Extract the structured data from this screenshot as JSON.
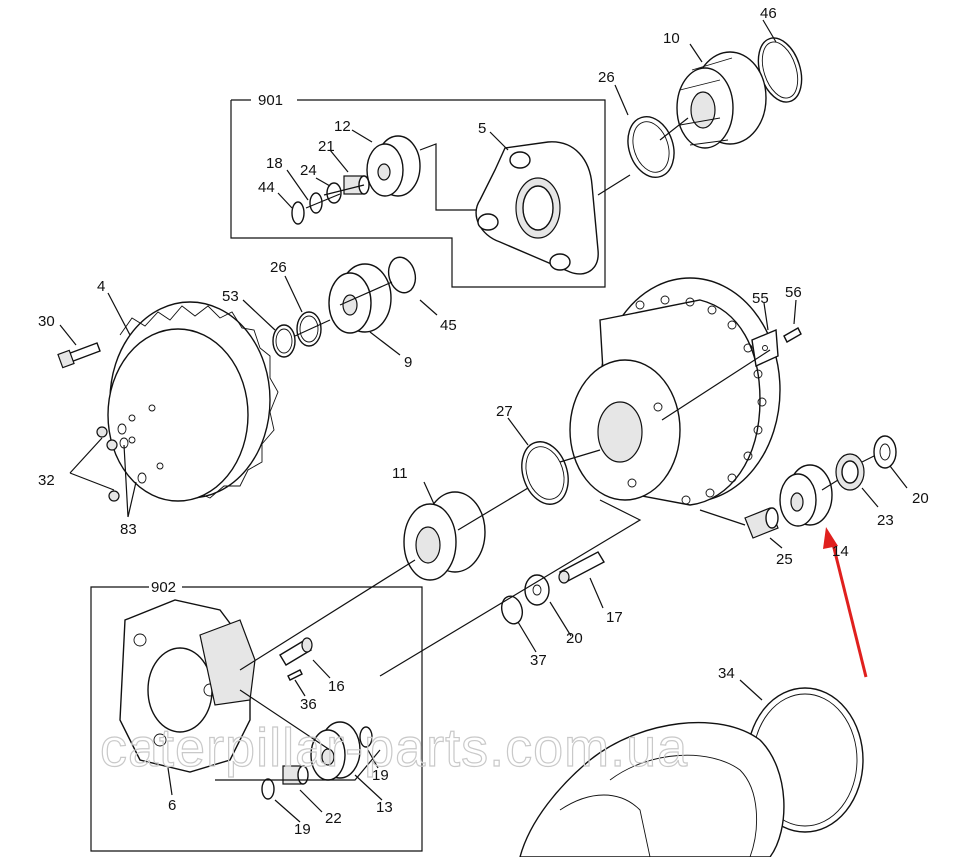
{
  "labels": {
    "l901": "901",
    "l902": "902",
    "l4": "4",
    "l5": "5",
    "l6": "6",
    "l9": "9",
    "l10": "10",
    "l11": "11",
    "l12": "12",
    "l13": "13",
    "l14": "14",
    "l16": "16",
    "l17": "17",
    "l18": "18",
    "l19a": "19",
    "l19b": "19",
    "l20a": "20",
    "l20b": "20",
    "l21": "21",
    "l22": "22",
    "l23": "23",
    "l24": "24",
    "l25": "25",
    "l26a": "26",
    "l26b": "26",
    "l27": "27",
    "l30": "30",
    "l32": "32",
    "l34": "34",
    "l36": "36",
    "l37": "37",
    "l44": "44",
    "l45": "45",
    "l46": "46",
    "l53": "53",
    "l55": "55",
    "l56": "56",
    "l83": "83"
  },
  "watermark": "caterpillar-parts.com.ua",
  "colors": {
    "line": "#111111",
    "arrow": "#e0201e",
    "watermark": "#c9c9c9"
  }
}
